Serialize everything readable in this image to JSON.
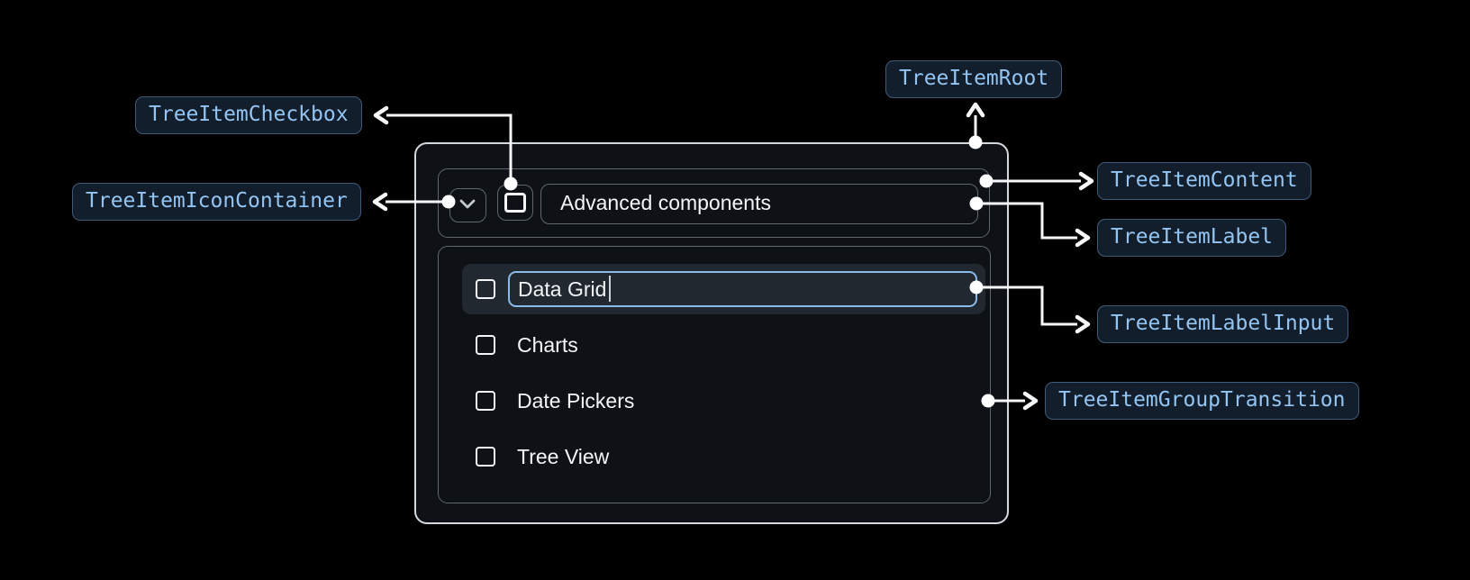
{
  "diagram": {
    "component": "Tree Item anatomy",
    "connector_color": "#f5f7f9",
    "accent_blue": "#94c5f2",
    "badge_bg": "#121e2c",
    "badge_border": "#415b77",
    "root_border": "#d3d9de",
    "inner_border": "#5f676f",
    "row_highlight": "#212830",
    "input_border": "#8cbae9"
  },
  "annotations": {
    "root": {
      "label": "TreeItemRoot"
    },
    "checkbox": {
      "label": "TreeItemCheckbox"
    },
    "icon_container": {
      "label": "TreeItemIconContainer"
    },
    "content": {
      "label": "TreeItemContent"
    },
    "label": {
      "label": "TreeItemLabel"
    },
    "label_input": {
      "label": "TreeItemLabelInput"
    },
    "group_transition": {
      "label": "TreeItemGroupTransition"
    }
  },
  "tree": {
    "parent": {
      "label": "Advanced components",
      "expanded": true,
      "checked": false
    },
    "editing_item": {
      "value": "Data Grid",
      "checked": false
    },
    "children": [
      {
        "label": "Charts",
        "checked": false
      },
      {
        "label": "Date Pickers",
        "checked": false
      },
      {
        "label": "Tree View",
        "checked": false
      }
    ]
  }
}
